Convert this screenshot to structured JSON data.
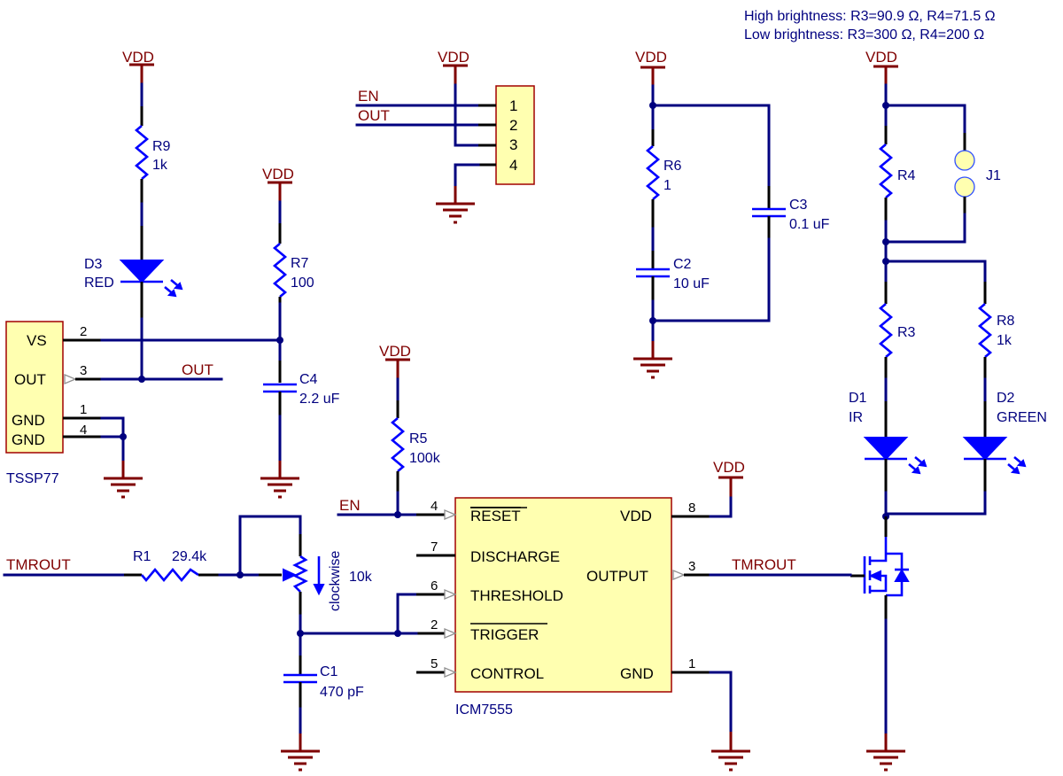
{
  "notes": {
    "high": "High brightness: R3=90.9 Ω, R4=71.5 Ω",
    "low": "Low brightness: R3=300 Ω, R4=200 Ω"
  },
  "power": {
    "vdd": "VDD"
  },
  "nets": {
    "en": "EN",
    "out": "OUT",
    "tmrout": "TMROUT"
  },
  "components": {
    "r9": {
      "ref": "R9",
      "value": "1k"
    },
    "r7": {
      "ref": "R7",
      "value": "100"
    },
    "r5": {
      "ref": "R5",
      "value": "100k"
    },
    "r6": {
      "ref": "R6",
      "value": "1"
    },
    "r4": {
      "ref": "R4"
    },
    "r3": {
      "ref": "R3"
    },
    "r8": {
      "ref": "R8",
      "value": "1k"
    },
    "r1": {
      "ref": "R1",
      "value": "29.4k"
    },
    "pot": {
      "value": "10k",
      "direction": "clockwise"
    },
    "c1": {
      "ref": "C1",
      "value": "470 pF"
    },
    "c2": {
      "ref": "C2",
      "value": "10 uF"
    },
    "c3": {
      "ref": "C3",
      "value": "0.1 uF"
    },
    "c4": {
      "ref": "C4",
      "value": "2.2 uF"
    },
    "d1": {
      "ref": "D1",
      "value": "IR"
    },
    "d2": {
      "ref": "D2",
      "value": "GREEN"
    },
    "d3": {
      "ref": "D3",
      "value": "RED"
    },
    "j1": {
      "ref": "J1"
    },
    "tssp": {
      "name": "TSSP77",
      "pins": [
        {
          "num": "2",
          "label": "VS"
        },
        {
          "num": "3",
          "label": "OUT"
        },
        {
          "num": "1",
          "label": "GND"
        },
        {
          "num": "4",
          "label": "GND"
        }
      ]
    },
    "header": {
      "pins": [
        "1",
        "2",
        "3",
        "4"
      ]
    },
    "ic": {
      "name": "ICM7555",
      "left_pins": [
        {
          "num": "4",
          "label": "RESET",
          "inverted": true
        },
        {
          "num": "7",
          "label": "DISCHARGE",
          "inverted": false
        },
        {
          "num": "6",
          "label": "THRESHOLD",
          "inverted": false
        },
        {
          "num": "2",
          "label": "TRIGGER",
          "inverted": true
        },
        {
          "num": "5",
          "label": "CONTROL",
          "inverted": false
        }
      ],
      "right_pins": [
        {
          "num": "8",
          "label": "VDD"
        },
        {
          "num": "3",
          "label": "OUTPUT"
        },
        {
          "num": "1",
          "label": "GND"
        }
      ]
    }
  }
}
